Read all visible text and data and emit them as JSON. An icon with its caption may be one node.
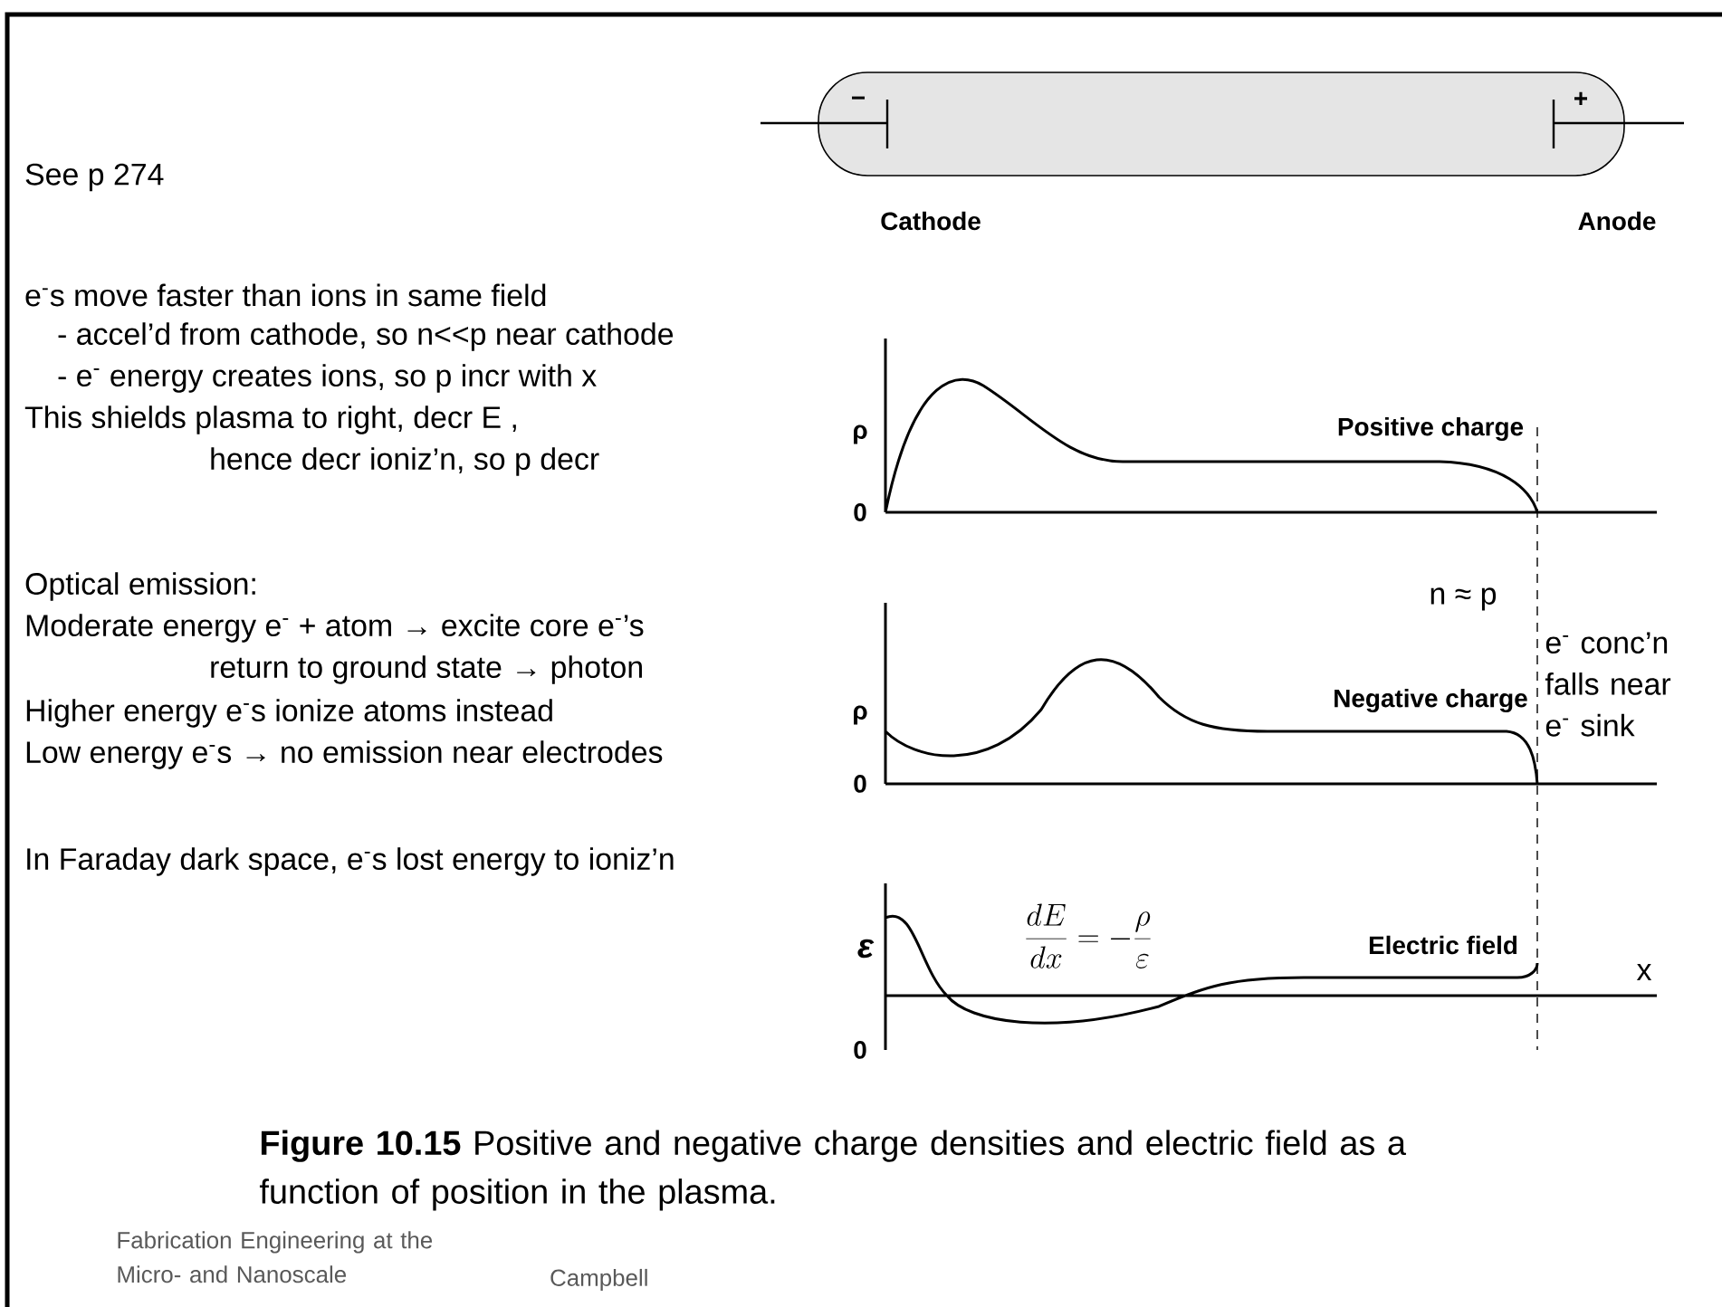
{
  "diagram": {
    "caption": "**Figure 10.15** Positive and negative charge densities and electric field as a function of position in the plasma.",
    "labels": [
      "−",
      "+",
      "See p 274",
      "Cathode",
      "Anode",
      "e$^{-}$s move faster than ions in same field",
      "- accel’d from cathode, so n<<p near cathode",
      "- e$^{-}$ energy creates ions, so p incr with x",
      "This shields plasma to right, decr E ,",
      "hence decr ioniz’n, so p decr",
      "ρ",
      "Positive charge",
      "0",
      "Optical emission:",
      "n ≈ p",
      "Moderate energy e$^{-}$ + atom → excite core e$^{-}$’s",
      "e$^{-}$ conc’n falls near e$^{-}$ sink",
      "return to ground state → photon",
      "ρ",
      "Negative charge",
      "Higher energy e$^{-}$s ionize atoms instead",
      "Low energy e$^{-}$s → no emission near electrodes",
      "0",
      "In Faraday dark space, e$^{-}$s lost energy to ioniz’n",
      "\\frac{dE}{dx}=-\\frac{\\rho}{\\varepsilon}",
      "ε",
      "Electric field",
      "x",
      "0",
      "Fabrication Engineering at the Micro- and Nanoscale",
      "Campbell"
    ]
  }
}
